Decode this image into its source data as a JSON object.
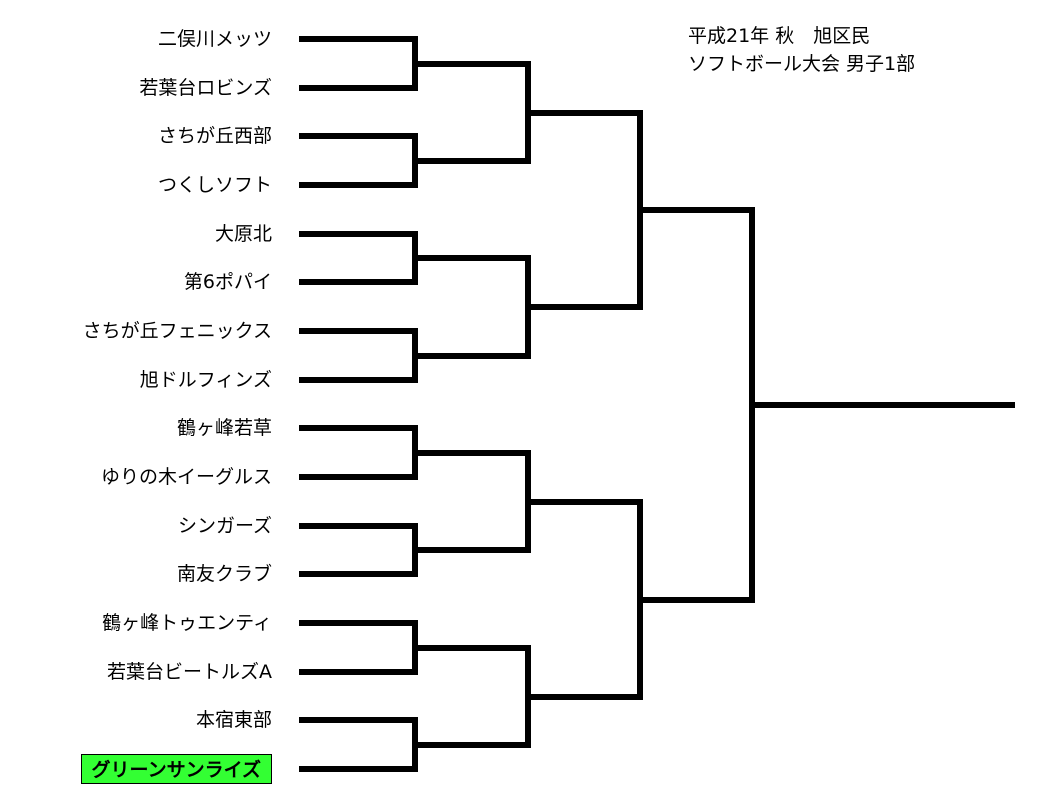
{
  "title": {
    "line1": "平成21年 秋　旭区民",
    "line2": "ソフトボール大会 男子1部"
  },
  "teams": [
    "二俣川メッツ",
    "若葉台ロビンズ",
    "さちが丘西部",
    "つくしソフト",
    "大原北",
    "第6ポパイ",
    "さちが丘フェニックス",
    "旭ドルフィンズ",
    "鶴ヶ峰若草",
    "ゆりの木イーグルス",
    "シンガーズ",
    "南友クラブ",
    "鶴ヶ峰トゥエンティ",
    "若葉台ビートルズA",
    "本宿東部",
    "グリーンサンライズ"
  ],
  "highlighted_team_index": 15,
  "colors": {
    "line": "#000000",
    "highlight": "#33ff33"
  }
}
